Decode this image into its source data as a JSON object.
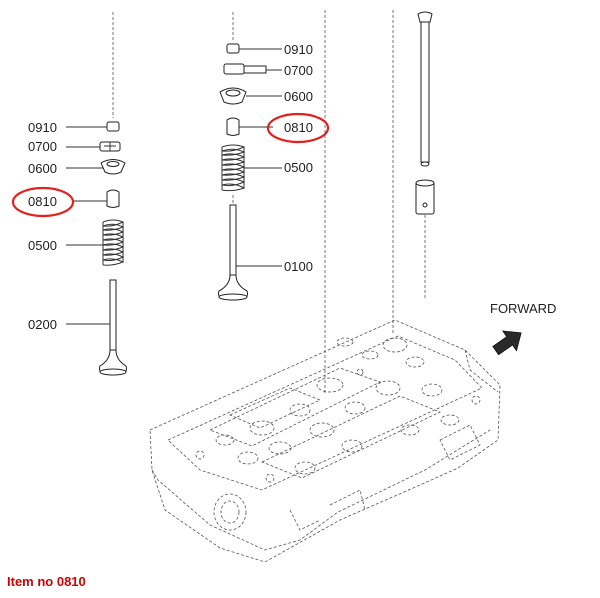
{
  "labels": {
    "left": {
      "p0910": "0910",
      "p0700": "0700",
      "p0600": "0600",
      "p0810": "0810",
      "p0500": "0500",
      "p0200": "0200"
    },
    "right": {
      "p0910": "0910",
      "p0700": "0700",
      "p0600": "0600",
      "p0810": "0810",
      "p0500": "0500",
      "p0100": "0100"
    }
  },
  "direction_label": "FORWARD",
  "caption": "Item no 0810",
  "highlight_color": "#e32020",
  "caption_color": "#d40000"
}
